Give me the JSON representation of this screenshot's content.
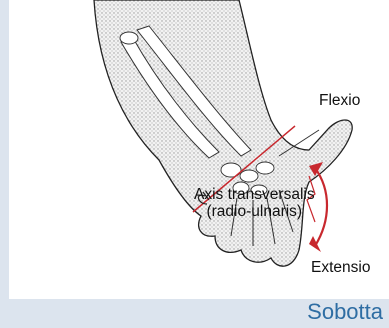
{
  "labels": {
    "flexio": "Flexio",
    "axis_line1": "Axis transversalis",
    "axis_line2": "(radio-ulnaris)",
    "extensio": "Extensio"
  },
  "credit": "Sobotta",
  "colors": {
    "background": "#dce4ee",
    "panel": "#ffffff",
    "axis_line": "#c8282e",
    "credit_text": "#2e6da3"
  }
}
